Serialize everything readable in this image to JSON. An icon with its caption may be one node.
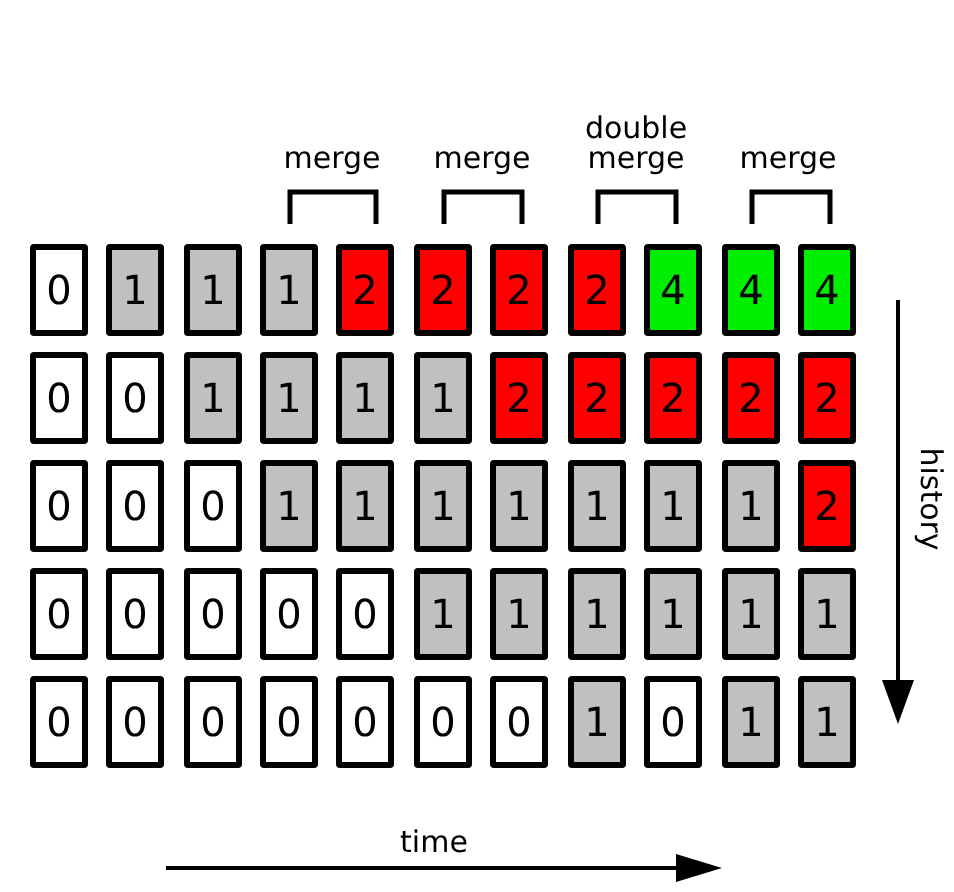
{
  "diagram": {
    "nodes": [
      {
        "text": [
          "0"
        ]
      },
      {
        "text": [
          "1"
        ]
      },
      {
        "text": [
          "1"
        ]
      },
      {
        "text": [
          "1"
        ]
      },
      {
        "text": [
          "2"
        ]
      },
      {
        "text": [
          "2"
        ]
      },
      {
        "text": [
          "2"
        ]
      },
      {
        "text": [
          "2"
        ]
      },
      {
        "text": [
          "4"
        ]
      },
      {
        "text": [
          "4"
        ]
      },
      {
        "text": [
          "4"
        ]
      },
      {
        "text": [
          "0"
        ]
      },
      {
        "text": [
          "0"
        ]
      },
      {
        "text": [
          "1"
        ]
      },
      {
        "text": [
          "1"
        ]
      },
      {
        "text": [
          "1"
        ]
      },
      {
        "text": [
          "1"
        ]
      },
      {
        "text": [
          "2"
        ]
      },
      {
        "text": [
          "2"
        ]
      },
      {
        "text": [
          "2"
        ]
      },
      {
        "text": [
          "2"
        ]
      },
      {
        "text": [
          "2"
        ]
      },
      {
        "text": [
          "0"
        ]
      },
      {
        "text": [
          "0"
        ]
      },
      {
        "text": [
          "0"
        ]
      },
      {
        "text": [
          "1"
        ]
      },
      {
        "text": [
          "1"
        ]
      },
      {
        "text": [
          "1"
        ]
      },
      {
        "text": [
          "1"
        ]
      },
      {
        "text": [
          "1"
        ]
      },
      {
        "text": [
          "1"
        ]
      },
      {
        "text": [
          "1"
        ]
      },
      {
        "text": [
          "2"
        ]
      },
      {
        "text": [
          "0"
        ]
      },
      {
        "text": [
          "0"
        ]
      },
      {
        "text": [
          "0"
        ]
      },
      {
        "text": [
          "0"
        ]
      },
      {
        "text": [
          "0"
        ]
      },
      {
        "text": [
          "1"
        ]
      },
      {
        "text": [
          "1"
        ]
      },
      {
        "text": [
          "1"
        ]
      },
      {
        "text": [
          "1"
        ]
      },
      {
        "text": [
          "1"
        ]
      },
      {
        "text": [
          "1"
        ]
      },
      {
        "text": [
          "0"
        ]
      },
      {
        "text": [
          "0"
        ]
      },
      {
        "text": [
          "0"
        ]
      },
      {
        "text": [
          "0"
        ]
      },
      {
        "text": [
          "0"
        ]
      },
      {
        "text": [
          "0"
        ]
      },
      {
        "text": [
          "0"
        ]
      },
      {
        "text": [
          "1"
        ]
      },
      {
        "text": [
          "0"
        ]
      },
      {
        "text": [
          "1"
        ]
      },
      {
        "text": [
          "1"
        ]
      }
    ],
    "labels": [
      "merge",
      "merge",
      "double merge",
      "merge",
      "history",
      "time"
    ]
  }
}
